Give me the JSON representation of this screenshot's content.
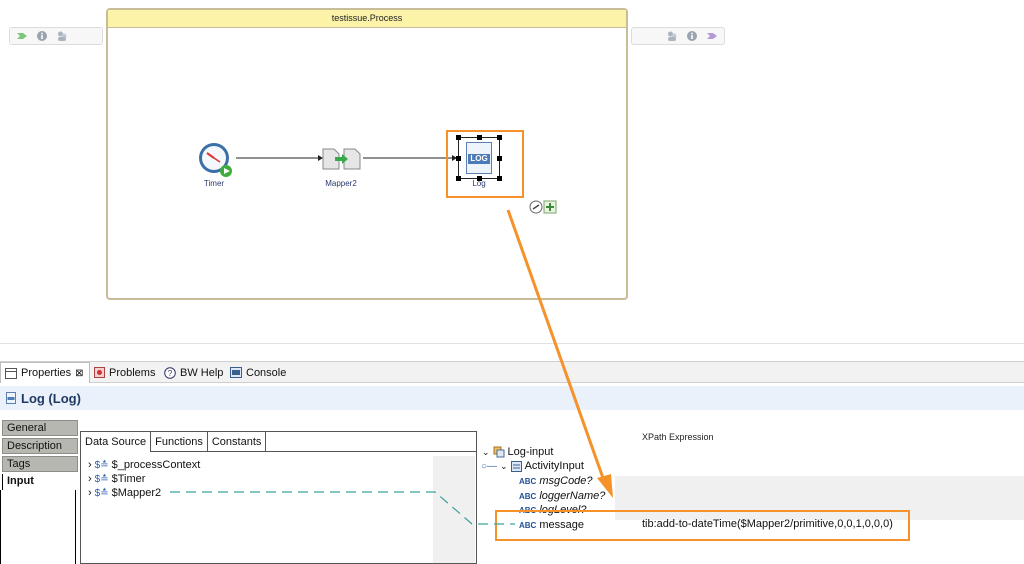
{
  "process": {
    "title": "testissue.Process",
    "nodes": {
      "timer": "Timer",
      "mapper": "Mapper2",
      "log": "Log",
      "log_badge": "LOG"
    }
  },
  "tabs": {
    "properties": "Properties",
    "properties_close": "⊠",
    "problems": "Problems",
    "bwhelp": "BW Help",
    "console": "Console"
  },
  "panel": {
    "title": "Log (Log)",
    "left_tabs": [
      "General",
      "Description",
      "Tags",
      "Input"
    ],
    "source_tabs": [
      "Data Source",
      "Functions",
      "Constants"
    ],
    "source_tree": [
      "$_processContext",
      "$Timer",
      "$Mapper2"
    ],
    "source_prefix": "$≛",
    "xpath_header": "XPath Expression",
    "target_tree": {
      "root": "Log-input",
      "child": "ActivityInput",
      "fields": [
        "msgCode?",
        "loggerName?",
        "logLevel?",
        "message"
      ],
      "abc": "ABC"
    },
    "expression": "tib:add-to-dateTime($Mapper2/primitive,0,0,1,0,0,0)"
  },
  "colors": {
    "highlight": "#f5922a",
    "dashed_link": "#3aa39a",
    "title_bar": "#eaf1fb",
    "process_header": "#fcf3a8"
  }
}
